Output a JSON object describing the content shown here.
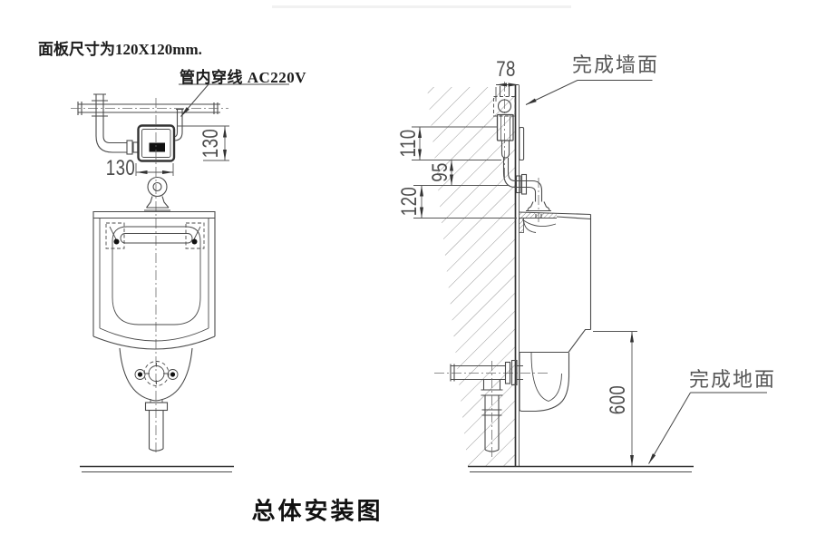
{
  "note": "面板尺寸为120X120mm.",
  "title": "总体安装图",
  "front_view": {
    "label_wiring": "管内穿线 AC220V",
    "dim_panel_width": "130",
    "dim_panel_height": "130"
  },
  "side_view": {
    "dim_depth": "78",
    "dim_upper": "110",
    "dim_mid": "95",
    "dim_lower": "120",
    "dim_height": "600",
    "label_wall": "完成墙面",
    "label_floor": "完成地面"
  }
}
